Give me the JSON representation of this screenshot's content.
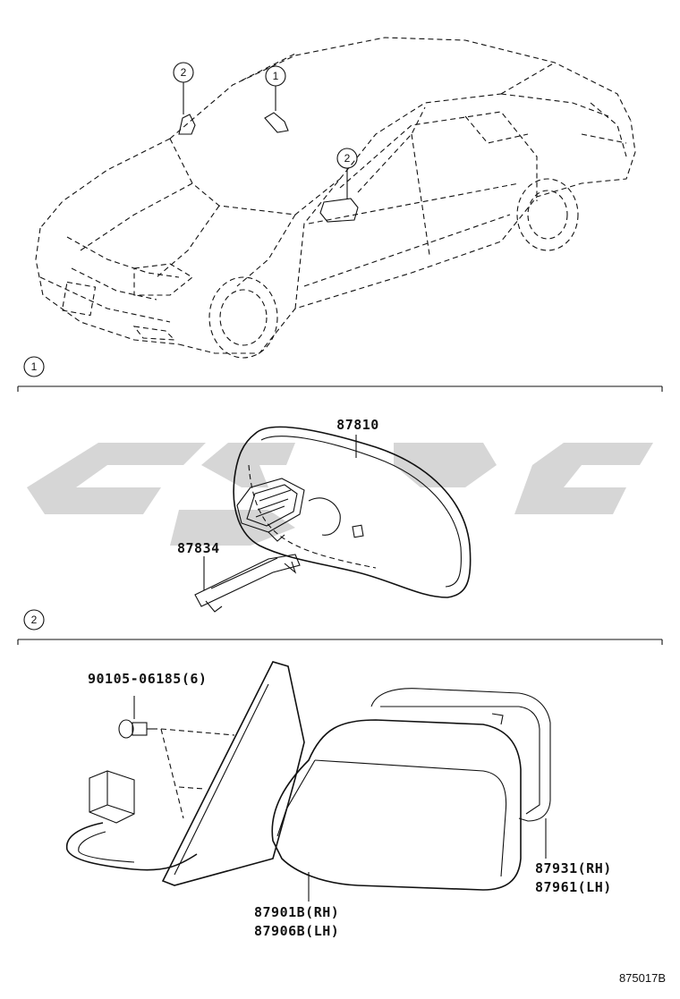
{
  "section_markers": [
    {
      "id": "1",
      "symbol": "1"
    },
    {
      "id": "2",
      "symbol": "2"
    }
  ],
  "callouts": [
    {
      "id": "car-callout-1",
      "symbol": "1"
    },
    {
      "id": "car-callout-2a",
      "symbol": "2"
    },
    {
      "id": "car-callout-2b",
      "symbol": "2"
    }
  ],
  "parts": [
    {
      "id": "inner-mirror",
      "number": "87810"
    },
    {
      "id": "mirror-stay",
      "number": "87834"
    },
    {
      "id": "screw",
      "number": "90105-06185(6)"
    },
    {
      "id": "mirror-glass-rh",
      "number": "87931(RH)"
    },
    {
      "id": "mirror-glass-lh",
      "number": "87961(LH)"
    },
    {
      "id": "outer-mirror-rh",
      "number": "87901B(RH)"
    },
    {
      "id": "outer-mirror-lh",
      "number": "87906B(LH)"
    }
  ],
  "diagram_ref": "875017B",
  "colors": {
    "line": "#111111",
    "watermark": "#d6d6d6"
  }
}
